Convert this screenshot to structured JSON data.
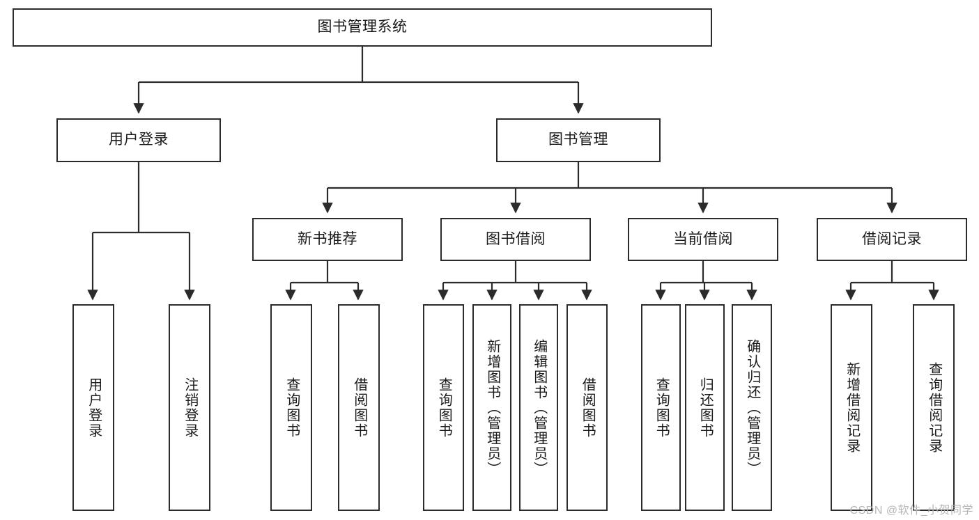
{
  "diagram": {
    "title_node": {
      "label": "图书管理系统"
    },
    "level2": [
      {
        "label": "用户登录"
      },
      {
        "label": "图书管理"
      }
    ],
    "level3": [
      {
        "label": "新书推荐"
      },
      {
        "label": "图书借阅"
      },
      {
        "label": "当前借阅"
      },
      {
        "label": "借阅记录"
      }
    ],
    "leaves": {
      "user_login": [
        {
          "label": "用户登录"
        },
        {
          "label": "注销登录"
        }
      ],
      "new_book_recommend": [
        {
          "label": "查询图书"
        },
        {
          "label": "借阅图书"
        }
      ],
      "book_borrow": [
        {
          "label": "查询图书"
        },
        {
          "label": "新增图书（管理员）"
        },
        {
          "label": "编辑图书（管理员）"
        },
        {
          "label": "借阅图书"
        }
      ],
      "current_borrow": [
        {
          "label": "查询图书"
        },
        {
          "label": "归还图书"
        },
        {
          "label": "确认归还（管理员）"
        }
      ],
      "borrow_record": [
        {
          "label": "新增借阅记录"
        },
        {
          "label": "查询借阅记录"
        }
      ]
    }
  },
  "watermark": {
    "text": "CSDN @软件_小贺同学"
  },
  "colors": {
    "stroke": "#2b2b2b",
    "fill": "#ffffff",
    "text": "#1a1a1a",
    "watermark": "#b6b6b6"
  }
}
